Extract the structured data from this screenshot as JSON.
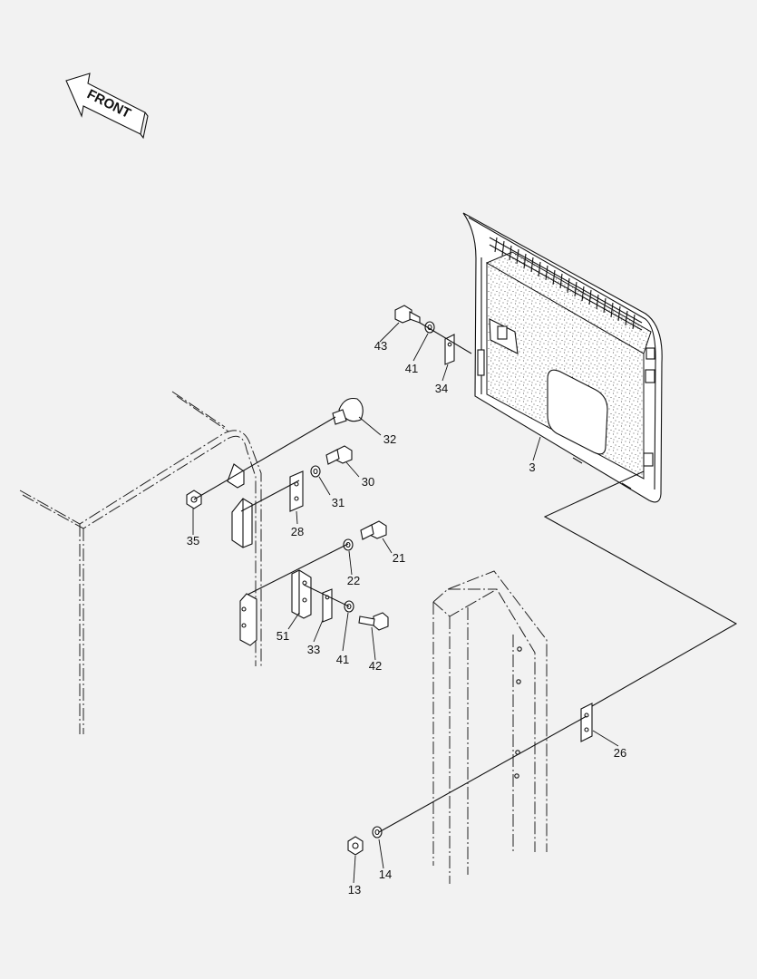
{
  "direction_arrow": {
    "label": "FRONT"
  },
  "callouts": [
    {
      "id": "c43",
      "text": "43"
    },
    {
      "id": "c41a",
      "text": "41"
    },
    {
      "id": "c34",
      "text": "34"
    },
    {
      "id": "c3",
      "text": "3"
    },
    {
      "id": "c32",
      "text": "32"
    },
    {
      "id": "c30",
      "text": "30"
    },
    {
      "id": "c31",
      "text": "31"
    },
    {
      "id": "c28",
      "text": "28"
    },
    {
      "id": "c35",
      "text": "35"
    },
    {
      "id": "c21",
      "text": "21"
    },
    {
      "id": "c22",
      "text": "22"
    },
    {
      "id": "c51",
      "text": "51"
    },
    {
      "id": "c33",
      "text": "33"
    },
    {
      "id": "c41b",
      "text": "41"
    },
    {
      "id": "c42",
      "text": "42"
    },
    {
      "id": "c26",
      "text": "26"
    },
    {
      "id": "c13",
      "text": "13"
    },
    {
      "id": "c14",
      "text": "14"
    }
  ]
}
